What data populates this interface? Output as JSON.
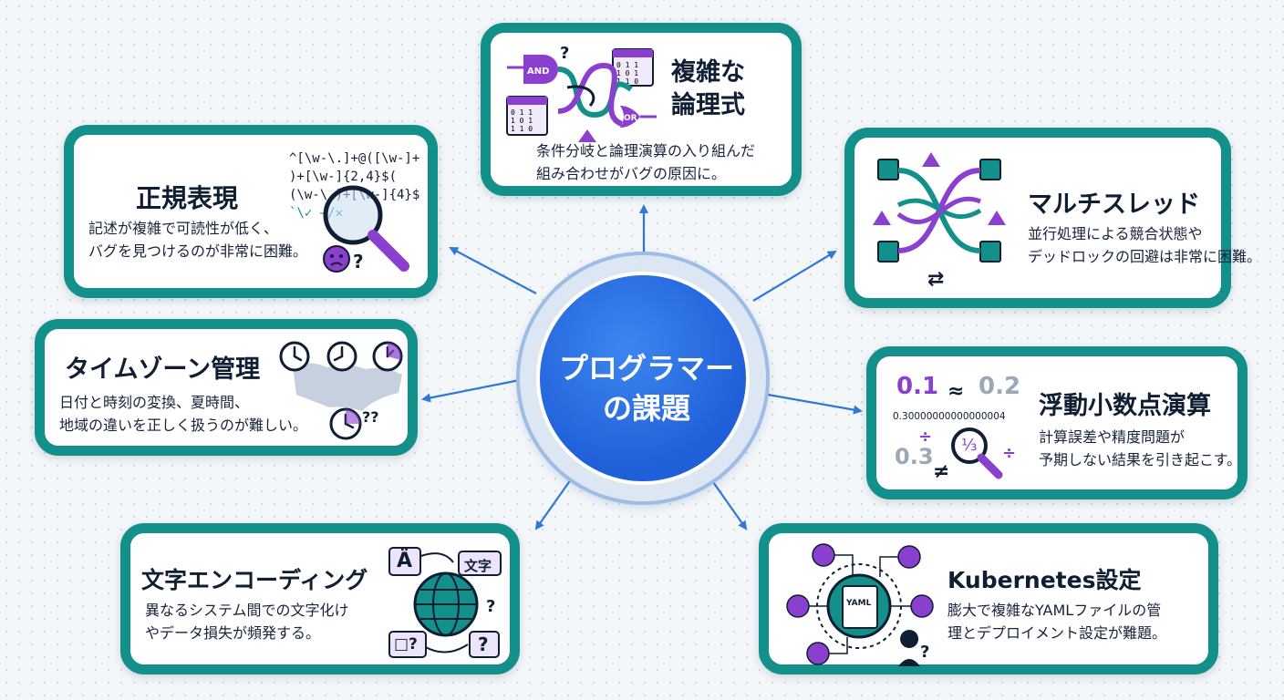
{
  "center": {
    "title_lines": [
      "プログラマー",
      "の課題"
    ]
  },
  "cards": {
    "logic": {
      "title_lines": [
        "複雑な",
        "論理式"
      ],
      "desc_lines": [
        "条件分岐と論理演算の入り組んだ",
        "組み合わせがバグの原因に。"
      ],
      "icon_labels": {
        "and": "AND",
        "or": "OR"
      }
    },
    "regex": {
      "title": "正規表現",
      "desc_lines": [
        "記述が複雑で可読性が低く、",
        "バグを見つけるのが非常に困難。"
      ],
      "code_lines": [
        "^[\\w-\\.]+@([\\w-]+",
        ")+[\\w-]{2,4}$(",
        "(\\w-\\.)+[\\w-]{4}$",
        "`\\✓ —/✕"
      ]
    },
    "multithread": {
      "title": "マルチスレッド",
      "desc_lines": [
        "並行処理による競合状態や",
        "デッドロックの回避は非常に困難。"
      ]
    },
    "timezone": {
      "title": "タイムゾーン管理",
      "desc_lines": [
        "日付と時刻の変換、夏時間、",
        "地域の違いを正しく扱うのが難しい。"
      ]
    },
    "float": {
      "title": "浮動小数点演算",
      "desc_lines": [
        "計算誤差や精度問題が",
        "予期しない結果を引き起こす。"
      ],
      "numbers": {
        "a": "0.1",
        "approx": "≈",
        "b": "0.2",
        "long": "0.30000000000000004",
        "c": "0.3",
        "neq": "≠",
        "div": "÷",
        "frac": "⅓"
      }
    },
    "encoding": {
      "title": "文字エンコーディング",
      "desc_lines": [
        "異なるシステム間での文字化け",
        "やデータ損失が頻発する。"
      ],
      "glyphs": {
        "umlaut": "Ä",
        "kanji": "文字",
        "box": "□?",
        "q": "?"
      }
    },
    "k8s": {
      "title": "Kubernetes設定",
      "desc_lines": [
        "膨大で複雑なYAMLファイルの管",
        "理とデプロイメント設定が難題。"
      ],
      "file_label": "YAML"
    }
  },
  "colors": {
    "card_border": "#14908a",
    "center_blue": "#2566de",
    "accent_purple": "#8a3fcf",
    "arrow_blue": "#2f78d8"
  }
}
